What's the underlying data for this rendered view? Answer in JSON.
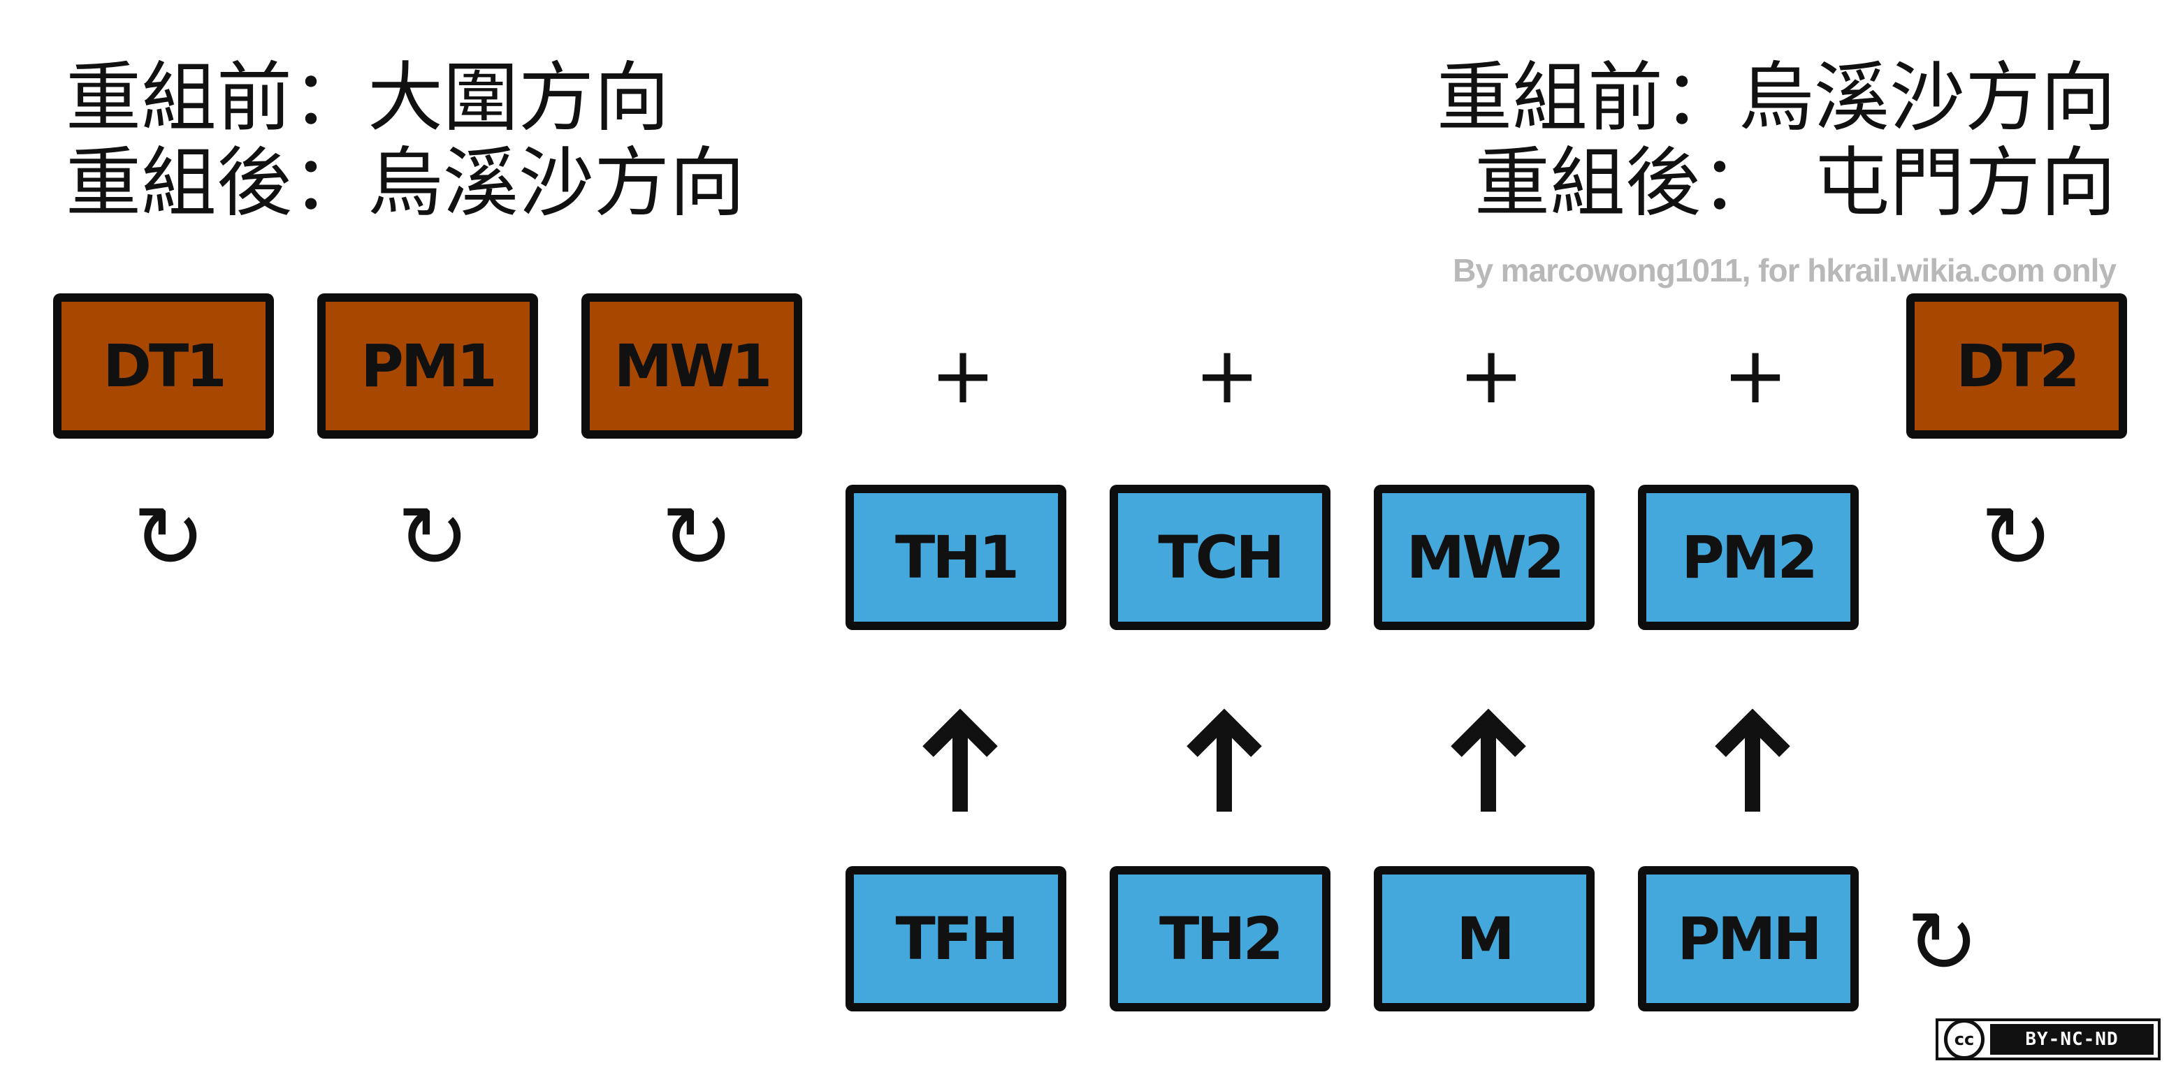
{
  "header_left": {
    "line1": "重組前：大圍方向",
    "line2": "重組後：烏溪沙方向"
  },
  "header_right": {
    "line1": "重組前：烏溪沙方向",
    "line2": "重組後：　屯門方向"
  },
  "credit": "By marcowong1011, for hkrail.wikia.com only",
  "colors": {
    "brown": "#a84800",
    "blue": "#45a8dc",
    "border": "#0d0d0d"
  },
  "symbols": {
    "plus": "+",
    "rotate": "↻",
    "arrow": "up-arrow-icon"
  },
  "top_row": [
    {
      "label": "DT1",
      "color": "brown",
      "rotated": true
    },
    {
      "label": "PM1",
      "color": "brown",
      "rotated": true
    },
    {
      "label": "MW1",
      "color": "brown",
      "rotated": true
    },
    {
      "label": "DT2",
      "color": "brown",
      "rotated": true
    }
  ],
  "middle_row": [
    "TH1",
    "TCH",
    "MW2",
    "PM2"
  ],
  "bottom_row": [
    {
      "label": "TFH",
      "rotated": false
    },
    {
      "label": "TH2",
      "rotated": false
    },
    {
      "label": "M",
      "rotated": false
    },
    {
      "label": "PMH",
      "rotated": true
    }
  ],
  "license": {
    "icon": "cc",
    "terms": "BY-NC-ND"
  }
}
